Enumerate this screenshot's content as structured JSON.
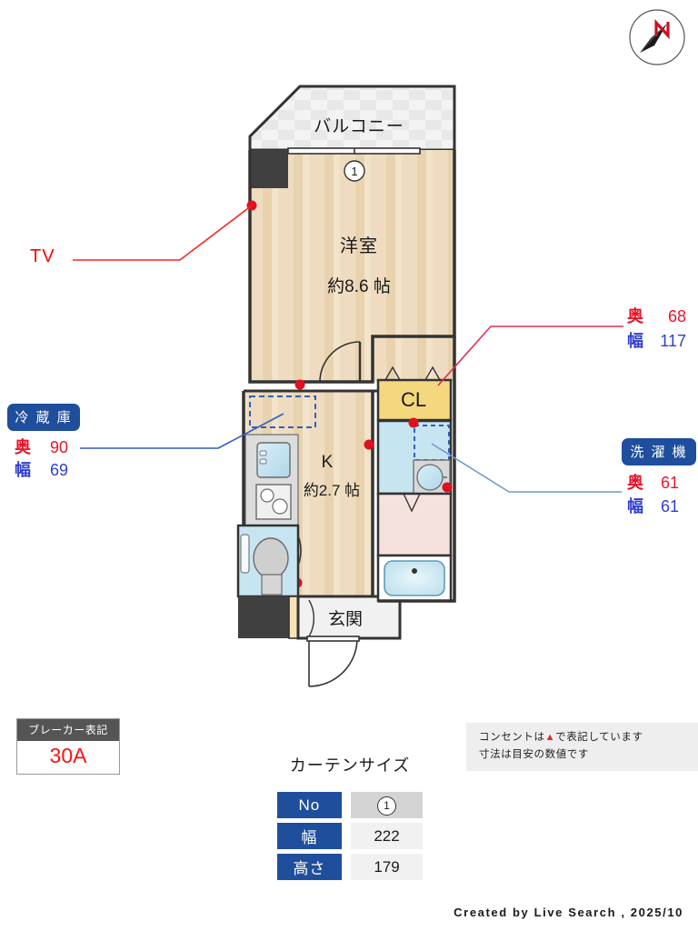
{
  "compass": {
    "north_letter": "N",
    "icon": "compass-north-arrow"
  },
  "plan": {
    "rooms": [
      {
        "key": "balcony",
        "label": "バルコニー"
      },
      {
        "key": "main_room_name",
        "label": "洋室"
      },
      {
        "key": "main_room_size",
        "label": "約8.6 帖"
      },
      {
        "key": "kitchen_name",
        "label": "K"
      },
      {
        "key": "kitchen_size",
        "label": "約2.7 帖"
      },
      {
        "key": "closet",
        "label": "CL"
      },
      {
        "key": "entrance",
        "label": "玄関"
      }
    ],
    "window_marker": "1"
  },
  "callouts": {
    "tv": {
      "label": "TV"
    },
    "fridge": {
      "badge": "冷 蔵 庫",
      "depth_key": "奥",
      "depth_value": "90",
      "width_key": "幅",
      "width_value": "69"
    },
    "closet": {
      "depth_key": "奥",
      "depth_value": "68",
      "width_key": "幅",
      "width_value": "117"
    },
    "washer": {
      "badge": "洗 濯 機",
      "depth_key": "奥",
      "depth_value": "61",
      "width_key": "幅",
      "width_value": "61"
    }
  },
  "breaker": {
    "title": "ブレーカー表記",
    "value": "30A"
  },
  "curtain": {
    "title": "カーテンサイズ",
    "rows": [
      {
        "header": "No",
        "value": "1",
        "is_circle": true
      },
      {
        "header": "幅",
        "value": "222",
        "is_circle": false
      },
      {
        "header": "高さ",
        "value": "179",
        "is_circle": false
      }
    ]
  },
  "notes": {
    "line1_before": "コンセントは",
    "line1_symbol": "▲",
    "line1_after": "で表記しています",
    "line2": "寸法は目安の数値です"
  },
  "footer": {
    "text": "Created by Live Search , 2025/10"
  },
  "colors": {
    "accent_blue": "#1f4e9c",
    "dim_depth_red": "#e8152a",
    "dim_width_blue": "#2f3fd0",
    "tv_red": "#ff0000",
    "breaker_red": "#ff1111",
    "floor_tan": "#edd6b4",
    "floor_cream": "#f7ecd9",
    "closet_yellow": "#f5d77e",
    "water_blue": "#bfe0ef",
    "corridor_pink": "#f6e2dc",
    "wall_dark": "#404040"
  }
}
